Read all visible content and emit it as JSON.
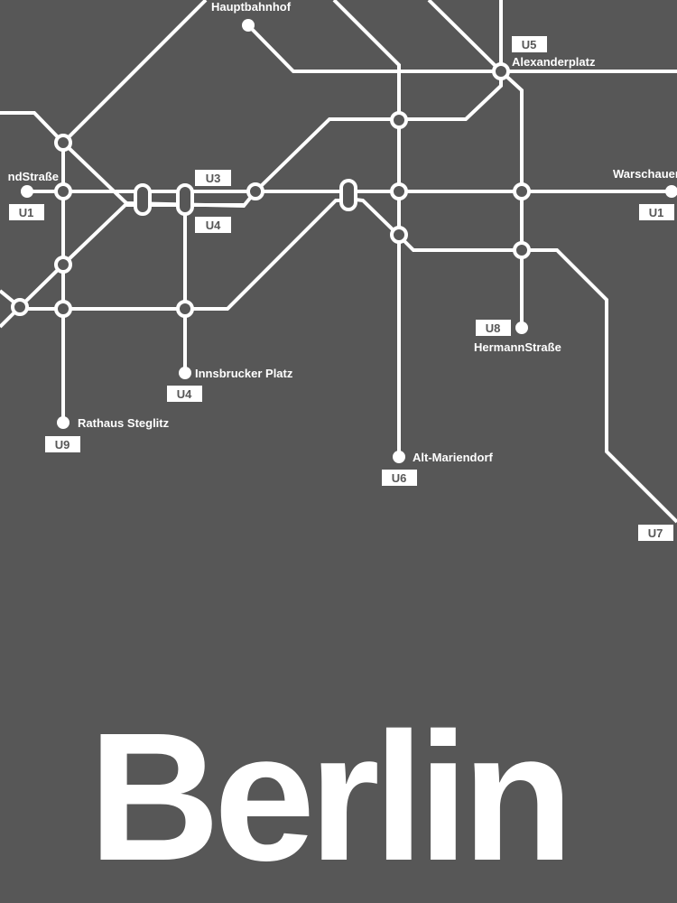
{
  "map": {
    "stations": {
      "hauptbahnhof": "Hauptbahnhof",
      "alexanderplatz": "Alexanderplatz",
      "landstrasse": "ndStraße",
      "warschauer": "Warschauer",
      "hermannstrasse": "HermannStraße",
      "innsbrucker": "Innsbrucker Platz",
      "rathaus": "Rathaus Steglitz",
      "altmariendorf": "Alt-Mariendorf"
    },
    "line_badges": {
      "u5": "U5",
      "u1_west": "U1",
      "u3": "U3",
      "u4_mid": "U4",
      "u1_east": "U1",
      "u8": "U8",
      "u4_south": "U4",
      "u9": "U9",
      "u6": "U6",
      "u7": "U7"
    }
  },
  "title": "Berlin",
  "colors": {
    "background": "#575757",
    "lines": "#ffffff"
  }
}
